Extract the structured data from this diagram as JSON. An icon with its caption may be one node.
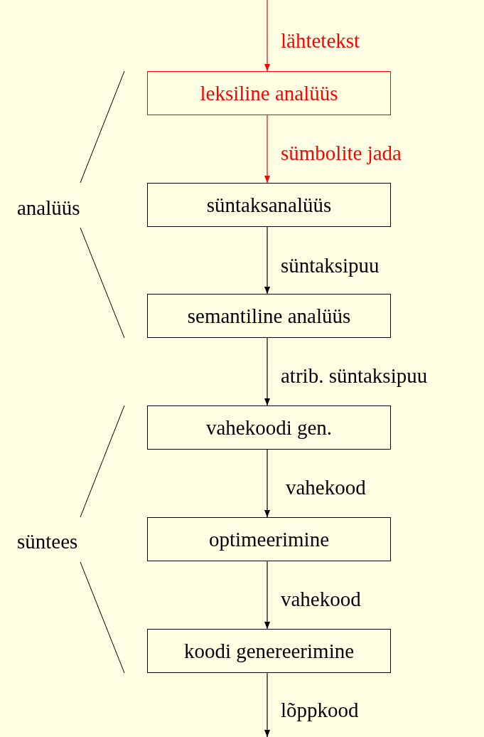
{
  "diagram": {
    "nodes": [
      {
        "text": [
          "leksiline analüüs"
        ]
      },
      {
        "text": [
          "süntaksanalüüs"
        ]
      },
      {
        "text": [
          "semantiline analüüs"
        ]
      },
      {
        "text": [
          "vahekoodi gen."
        ]
      },
      {
        "text": [
          "optimeerimine"
        ]
      },
      {
        "text": [
          "koodi genereerimine"
        ]
      }
    ],
    "edges": [
      {
        "from": null,
        "to": 0,
        "arrow": "to",
        "label": "lähtetekst",
        "color": "#ff0000"
      },
      {
        "from": 0,
        "to": 1,
        "arrow": "to",
        "label": "sümbolite jada",
        "color": "#ff0000"
      },
      {
        "from": 1,
        "to": 2,
        "arrow": "to",
        "label": "süntaksipuu"
      },
      {
        "from": 2,
        "to": 3,
        "arrow": "to",
        "label": "atrib. süntaksipuu"
      },
      {
        "from": 3,
        "to": 4,
        "arrow": "to",
        "label": "vahekood"
      },
      {
        "from": 4,
        "to": 5,
        "arrow": "to",
        "label": "vahekood"
      },
      {
        "from": 5,
        "to": null,
        "arrow": "to",
        "label": "lõppkood"
      }
    ],
    "labels": [
      "analüüs",
      "süntees"
    ]
  }
}
